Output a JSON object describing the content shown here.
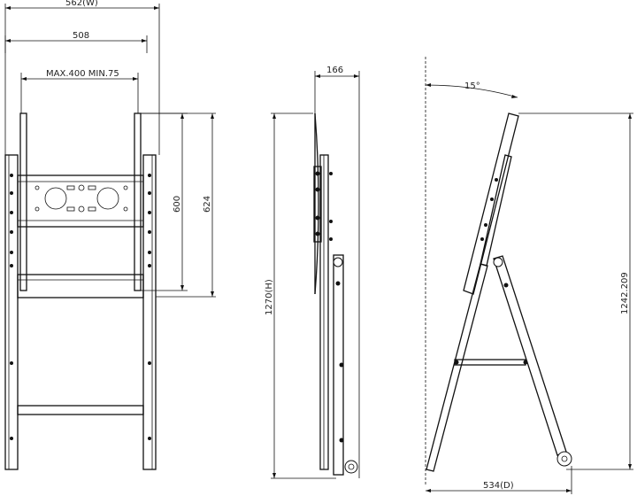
{
  "front_view": {
    "overall_width_label": "562(W)",
    "column_span_label": "508",
    "vesa_label": "MAX.400  MIN.75",
    "bracket_height_label": "600",
    "upright_height_label": "624"
  },
  "side_view": {
    "depth_label": "166",
    "overall_height_label": "1270(H)"
  },
  "tilted_view": {
    "tilt_angle_label": "15°",
    "tilted_height_label": "1242.209",
    "base_depth_label": "534(D)"
  },
  "colors": {
    "line": "#111111",
    "background": "#ffffff"
  }
}
